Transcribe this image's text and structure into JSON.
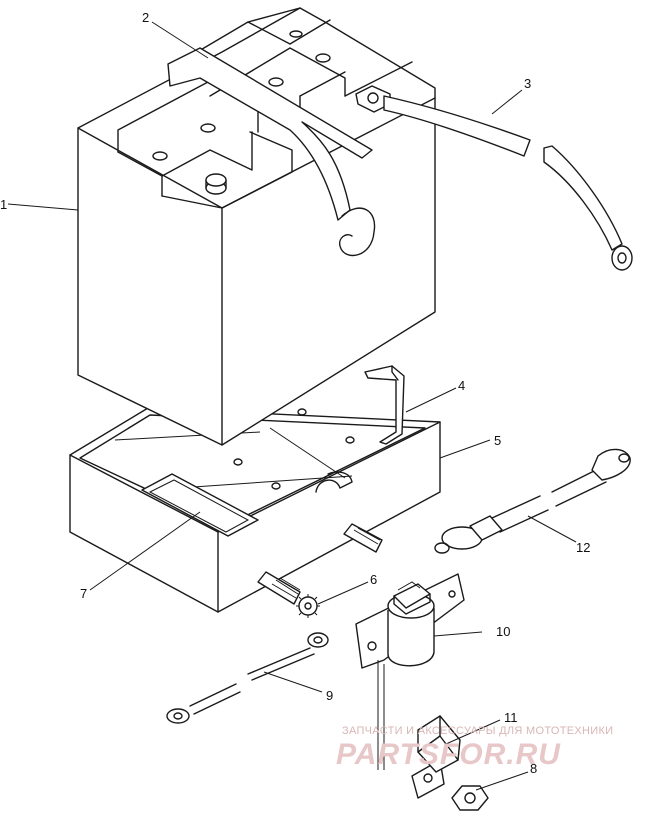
{
  "callouts": [
    {
      "id": "1",
      "label": "1"
    },
    {
      "id": "2",
      "label": "2"
    },
    {
      "id": "3",
      "label": "3"
    },
    {
      "id": "4",
      "label": "4"
    },
    {
      "id": "5",
      "label": "5"
    },
    {
      "id": "6",
      "label": "6"
    },
    {
      "id": "7",
      "label": "7"
    },
    {
      "id": "8",
      "label": "8"
    },
    {
      "id": "9",
      "label": "9"
    },
    {
      "id": "10",
      "label": "10"
    },
    {
      "id": "11",
      "label": "11"
    },
    {
      "id": "12",
      "label": "12"
    }
  ],
  "watermark": {
    "caption": "ЗАПЧАСТИ И АКСЕССУАРЫ ДЛЯ МОТОТЕХНИКИ",
    "brand": "PARTSFOR.RU"
  }
}
